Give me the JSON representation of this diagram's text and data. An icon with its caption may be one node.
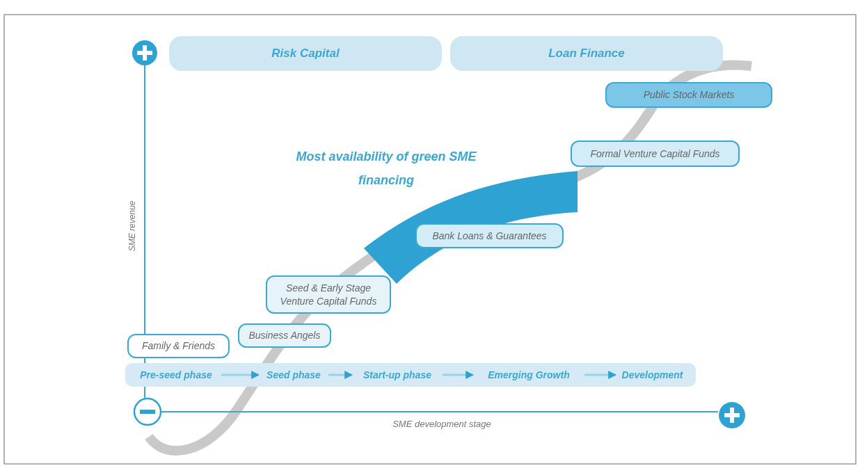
{
  "diagram": {
    "nodes": [
      {
        "text": [
          "Risk Capital"
        ]
      },
      {
        "text": [
          "Loan Finance"
        ]
      },
      {
        "text": [
          "Public Stock Markets"
        ]
      },
      {
        "text": [
          "Formal Venture Capital Funds"
        ]
      },
      {
        "text": [
          "Bank Loans & Guarantees"
        ]
      },
      {
        "text": [
          "Seed & Early Stage Venture Capital Funds"
        ]
      },
      {
        "text": [
          "Business Angels"
        ]
      },
      {
        "text": [
          "Family & Friends"
        ]
      },
      {
        "text": [],
        "shape": "bar"
      },
      {
        "text": [
          "Pre-seed phase"
        ],
        "in": 8
      },
      {
        "text": [
          "Seed phase"
        ],
        "in": 8
      },
      {
        "text": [
          "Start-up phase"
        ],
        "in": 8
      },
      {
        "text": [
          "Emerging Growth"
        ],
        "in": 8
      },
      {
        "text": [
          "Development"
        ],
        "in": 8
      }
    ],
    "edges": [
      {
        "from": 9,
        "to": 10,
        "arrow": "to"
      },
      {
        "from": 10,
        "to": 11,
        "arrow": "to"
      },
      {
        "from": 11,
        "to": 12,
        "arrow": "to"
      },
      {
        "from": 12,
        "to": 13,
        "arrow": "to"
      }
    ],
    "labels": [
      "Most availability of green SME financing",
      "SME revenue",
      "SME development stage"
    ]
  }
}
